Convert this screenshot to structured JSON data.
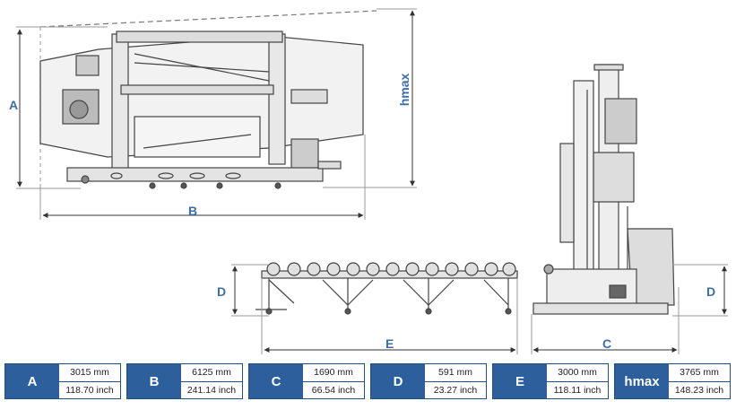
{
  "dimension_labels": {
    "a": "A",
    "b": "B",
    "hmax": "hmax",
    "d_left": "D",
    "e": "E",
    "c": "C",
    "d_right": "D"
  },
  "spec_table": [
    {
      "letter": "A",
      "mm": "3015 mm",
      "inch": "118.70 inch"
    },
    {
      "letter": "B",
      "mm": "6125 mm",
      "inch": "241.14 inch"
    },
    {
      "letter": "C",
      "mm": "1690 mm",
      "inch": "66.54 inch"
    },
    {
      "letter": "D",
      "mm": "591 mm",
      "inch": "23.27 inch"
    },
    {
      "letter": "E",
      "mm": "3000 mm",
      "inch": "118.11 inch"
    },
    {
      "letter": "hmax",
      "mm": "3765 mm",
      "inch": "148.23 inch"
    }
  ],
  "colors": {
    "accent": "#2d5f9c",
    "label": "#3a6fa8",
    "line": "#555555"
  }
}
